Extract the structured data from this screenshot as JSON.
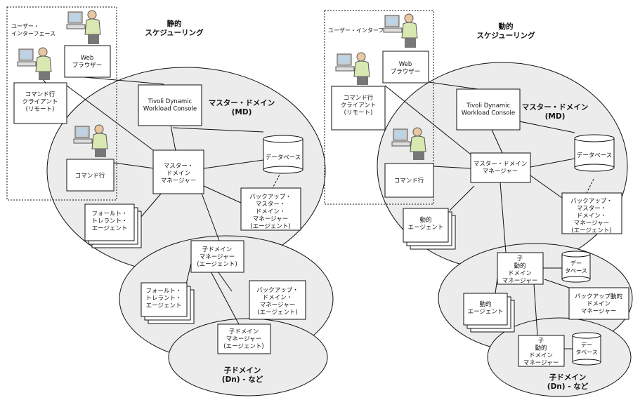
{
  "static": {
    "title": [
      "静的",
      "スケジューリング"
    ],
    "user_interface": [
      "ユーザー・",
      "インターフェース"
    ],
    "web_browser": [
      "Web",
      "ブラウザー"
    ],
    "cli_remote": [
      "コマンド行",
      "クライアント",
      "(リモート)"
    ],
    "console": [
      "Tivoli Dynamic",
      "Workload Console"
    ],
    "master_domain": [
      "マスター・ドメイン",
      "(MD)"
    ],
    "database": [
      "データベース"
    ],
    "command_line": [
      "コマンド行"
    ],
    "master_manager": [
      "マスター・",
      "ドメイン",
      "マネージャー"
    ],
    "backup_master": [
      "バックアップ・",
      "マスター・",
      "ドメイン・",
      "マネージャー",
      "(エージェント)"
    ],
    "fault_tolerant_agent": [
      "フォールト・",
      "トレラント・",
      "エージェント"
    ],
    "child_manager": [
      "子ドメイン",
      "マネージャー",
      "(エージェント)"
    ],
    "child_fta": [
      "フォールト・",
      "トレラント・",
      "エージェント"
    ],
    "child_backup": [
      "バックアップ・",
      "ドメイン・",
      "マネージャー",
      "(エージェント)"
    ],
    "grandchild_manager": [
      "子ドメイン",
      "マネージャー",
      "(エージェント)"
    ],
    "child_domain": [
      "子ドメイン",
      "(Dn) - など"
    ]
  },
  "dynamic": {
    "title": [
      "動的",
      "スケジューリング"
    ],
    "user_interface": [
      "ユーザー・インターフ"
    ],
    "web_browser": [
      "Web",
      "ブラウザー"
    ],
    "cli_remote": [
      "コマンド行",
      "クライアント",
      "(リモート)"
    ],
    "console": [
      "Tivoli Dynamic",
      "Workload Console"
    ],
    "master_domain": [
      "マスター・ドメイン",
      "(MD)"
    ],
    "database": [
      "データベース"
    ],
    "command_line": [
      "コマンド行"
    ],
    "master_manager": [
      "マスター・ドメイン",
      "マネージャー"
    ],
    "backup_master": [
      "バックアップ・",
      "マスター・",
      "ドメイン・",
      "マネージャー",
      "(エージェント)"
    ],
    "dynamic_agent": [
      "動的",
      "エージェント"
    ],
    "child_dyn_manager": [
      "子",
      "動的",
      "ドメイン",
      "マネージャー"
    ],
    "child_db": [
      "デー",
      "タベース"
    ],
    "child_dyn_agent": [
      "動的",
      "エージェント"
    ],
    "child_backup": [
      "バックアップ動的",
      "ドメイン",
      "マネージャー"
    ],
    "grandchild_dyn_manager": [
      "子",
      "動的",
      "ドメイン",
      "マネージャー"
    ],
    "grandchild_db": [
      "デー",
      "タベース"
    ],
    "child_domain": [
      "子ドメイン",
      "(Dn) - など"
    ]
  }
}
